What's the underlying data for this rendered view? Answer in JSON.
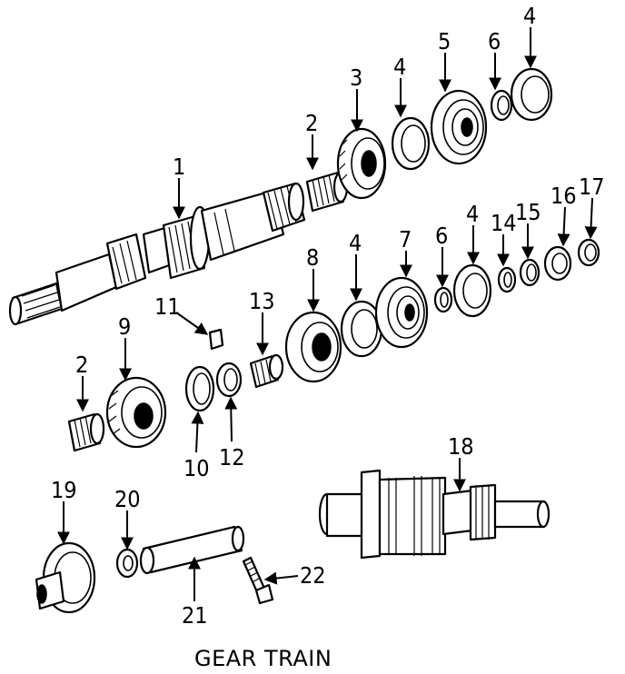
{
  "caption": "GEAR TRAIN",
  "callouts": {
    "c1": "1",
    "c2a": "2",
    "c2b": "2",
    "c3": "3",
    "c4a": "4",
    "c4b": "4",
    "c4c": "4",
    "c4d": "4",
    "c5": "5",
    "c6a": "6",
    "c6b": "6",
    "c7": "7",
    "c8": "8",
    "c9": "9",
    "c10": "10",
    "c11": "11",
    "c12": "12",
    "c13": "13",
    "c14": "14",
    "c15": "15",
    "c16": "16",
    "c17": "17",
    "c18": "18",
    "c19": "19",
    "c20": "20",
    "c21": "21",
    "c22": "22"
  }
}
